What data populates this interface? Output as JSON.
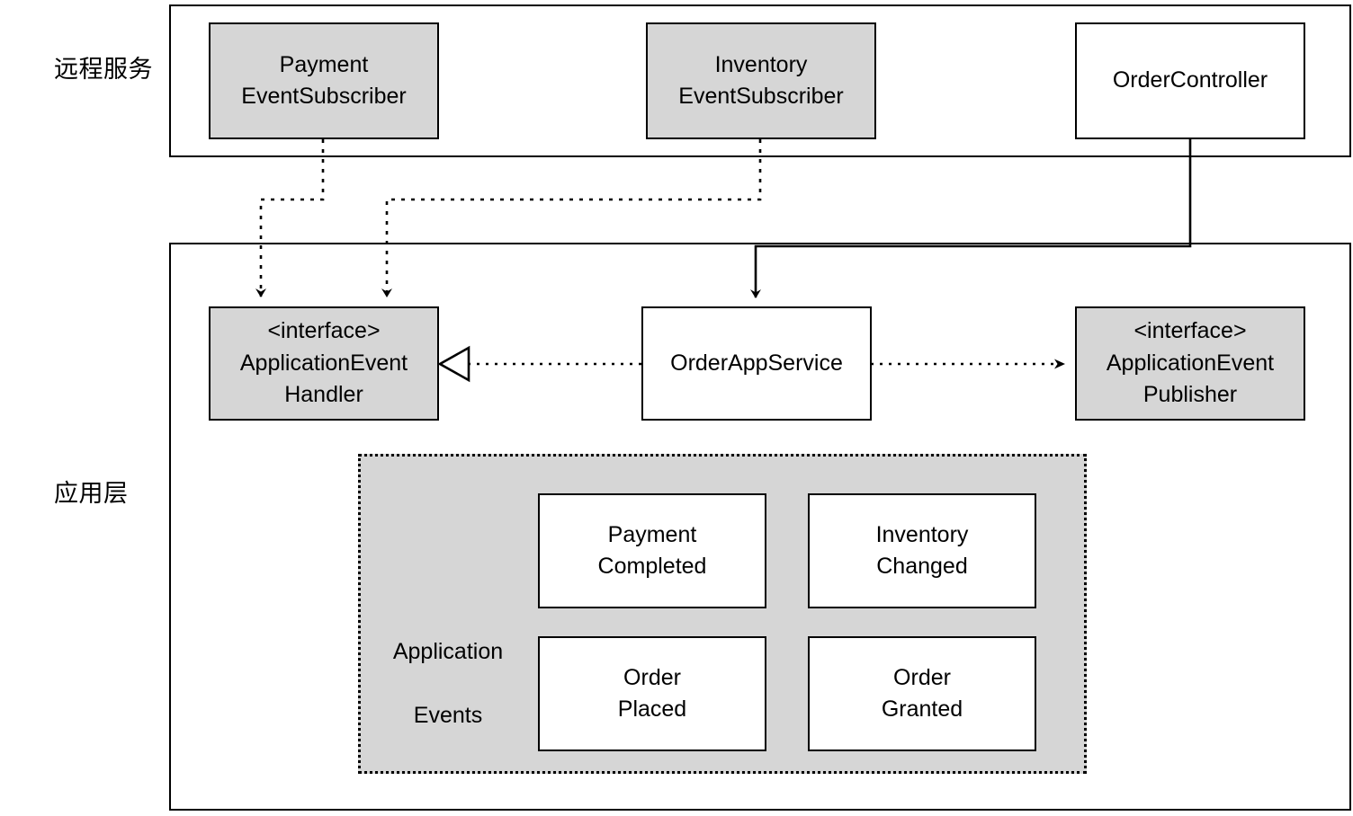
{
  "diagram": {
    "type": "uml-layered-architecture",
    "background": "#ffffff",
    "shaded_fill": "#d6d6d6",
    "stroke": "#000000"
  },
  "lanes": [
    {
      "id": "remote",
      "label": "远程服务"
    },
    {
      "id": "application",
      "label": "应用层"
    }
  ],
  "nodes": {
    "payment_event_subscriber": {
      "line1": "Payment",
      "line2": "EventSubscriber"
    },
    "inventory_event_subscriber": {
      "line1": "Inventory",
      "line2": "EventSubscriber"
    },
    "order_controller": {
      "line1": "OrderController"
    },
    "application_event_handler": {
      "line1": "<interface>",
      "line2": "ApplicationEvent",
      "line3": "Handler"
    },
    "order_app_service": {
      "line1": "OrderAppService"
    },
    "application_event_publisher": {
      "line1": "<interface>",
      "line2": "ApplicationEvent",
      "line3": "Publisher"
    }
  },
  "events_group": {
    "title_line1": "Application",
    "title_line2": "Events",
    "items": [
      {
        "id": "payment-completed",
        "line1": "Payment",
        "line2": "Completed"
      },
      {
        "id": "inventory-changed",
        "line1": "Inventory",
        "line2": "Changed"
      },
      {
        "id": "order-placed",
        "line1": "Order",
        "line2": "Placed"
      },
      {
        "id": "order-granted",
        "line1": "Order",
        "line2": "Granted"
      }
    ]
  },
  "connectors": [
    {
      "id": "payment-subscriber-to-handler",
      "style": "dashed",
      "arrow": "open-arrow",
      "from": "payment_event_subscriber",
      "to": "application_event_handler"
    },
    {
      "id": "inventory-subscriber-to-handler",
      "style": "dashed",
      "arrow": "open-arrow",
      "from": "inventory_event_subscriber",
      "to": "application_event_handler"
    },
    {
      "id": "controller-to-appservice",
      "style": "solid",
      "arrow": "open-arrow",
      "from": "order_controller",
      "to": "order_app_service"
    },
    {
      "id": "appservice-realizes-handler",
      "style": "dashed",
      "arrow": "hollow-triangle",
      "from": "order_app_service",
      "to": "application_event_handler"
    },
    {
      "id": "appservice-to-publisher",
      "style": "dashed",
      "arrow": "solid-arrow",
      "from": "order_app_service",
      "to": "application_event_publisher"
    }
  ]
}
